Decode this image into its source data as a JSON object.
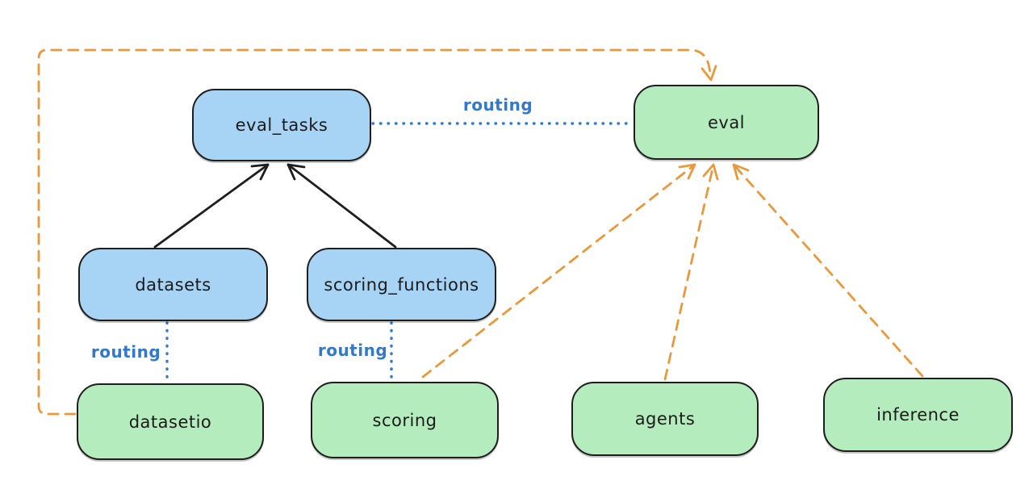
{
  "colors": {
    "background": "#ffffff",
    "node_stroke": "#1e1e1e",
    "api_fill": "#a7d3f4",
    "provider_fill": "#b5ecbe",
    "black_arrow": "#1e1e1e",
    "orange_arrow": "#e8993d",
    "routing_blue": "#3279cb",
    "label_text": "#1b1b1b"
  },
  "nodes": {
    "eval_tasks": {
      "label": "eval_tasks",
      "kind": "api"
    },
    "eval": {
      "label": "eval",
      "kind": "provider"
    },
    "datasets": {
      "label": "datasets",
      "kind": "api"
    },
    "scoring_functions": {
      "label": "scoring_functions",
      "kind": "api"
    },
    "datasetio": {
      "label": "datasetio",
      "kind": "provider"
    },
    "scoring": {
      "label": "scoring",
      "kind": "provider"
    },
    "agents": {
      "label": "agents",
      "kind": "provider"
    },
    "inference": {
      "label": "inference",
      "kind": "provider"
    }
  },
  "edge_labels": {
    "eval_tasks_to_eval": "routing",
    "datasets_to_datasetio": "routing",
    "scoring_functions_to_scoring": "routing"
  }
}
